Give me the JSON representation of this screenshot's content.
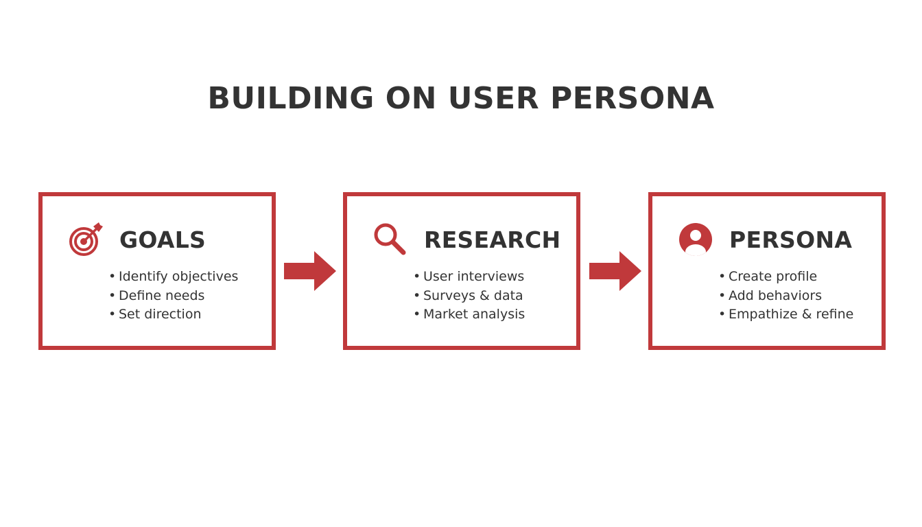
{
  "title": "BUILDING ON USER PERSONA",
  "colors": {
    "accent": "#c0393b",
    "text": "#333333",
    "background": "#ffffff"
  },
  "steps": [
    {
      "icon": "target-icon",
      "heading": "GOALS",
      "items": [
        "Identify objectives",
        "Define needs",
        "Set direction"
      ]
    },
    {
      "icon": "magnifier-icon",
      "heading": "RESEARCH",
      "items": [
        "User interviews",
        "Surveys & data",
        "Market analysis"
      ]
    },
    {
      "icon": "user-profile-icon",
      "heading": "PERSONA",
      "items": [
        "Create profile",
        "Add behaviors",
        "Empathize & refine"
      ]
    }
  ]
}
